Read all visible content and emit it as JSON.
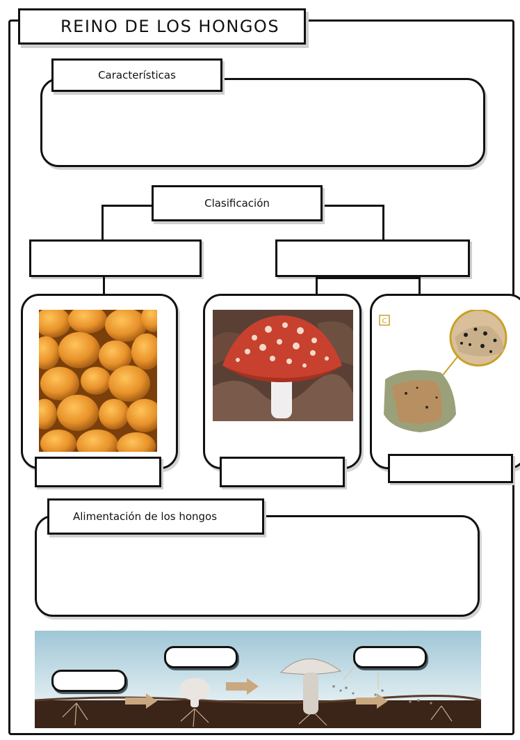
{
  "title": "REINO DE LOS HONGOS",
  "caracteristicas": {
    "label": "Características"
  },
  "clasificacion": {
    "label": "Clasificación"
  },
  "alimentacion": {
    "label": "Alimentación de los hongos"
  },
  "images": [
    {
      "icon": "yeast-cells-photo"
    },
    {
      "icon": "amanita-mushroom-photo"
    },
    {
      "icon": "bread-mold-photo",
      "badge": "C"
    }
  ],
  "colors": {
    "line": "#111111",
    "yeast": "#e89a2c",
    "mushroom_cap": "#c8402e",
    "sky": "#cfe3ec",
    "soil": "#3b2418"
  }
}
